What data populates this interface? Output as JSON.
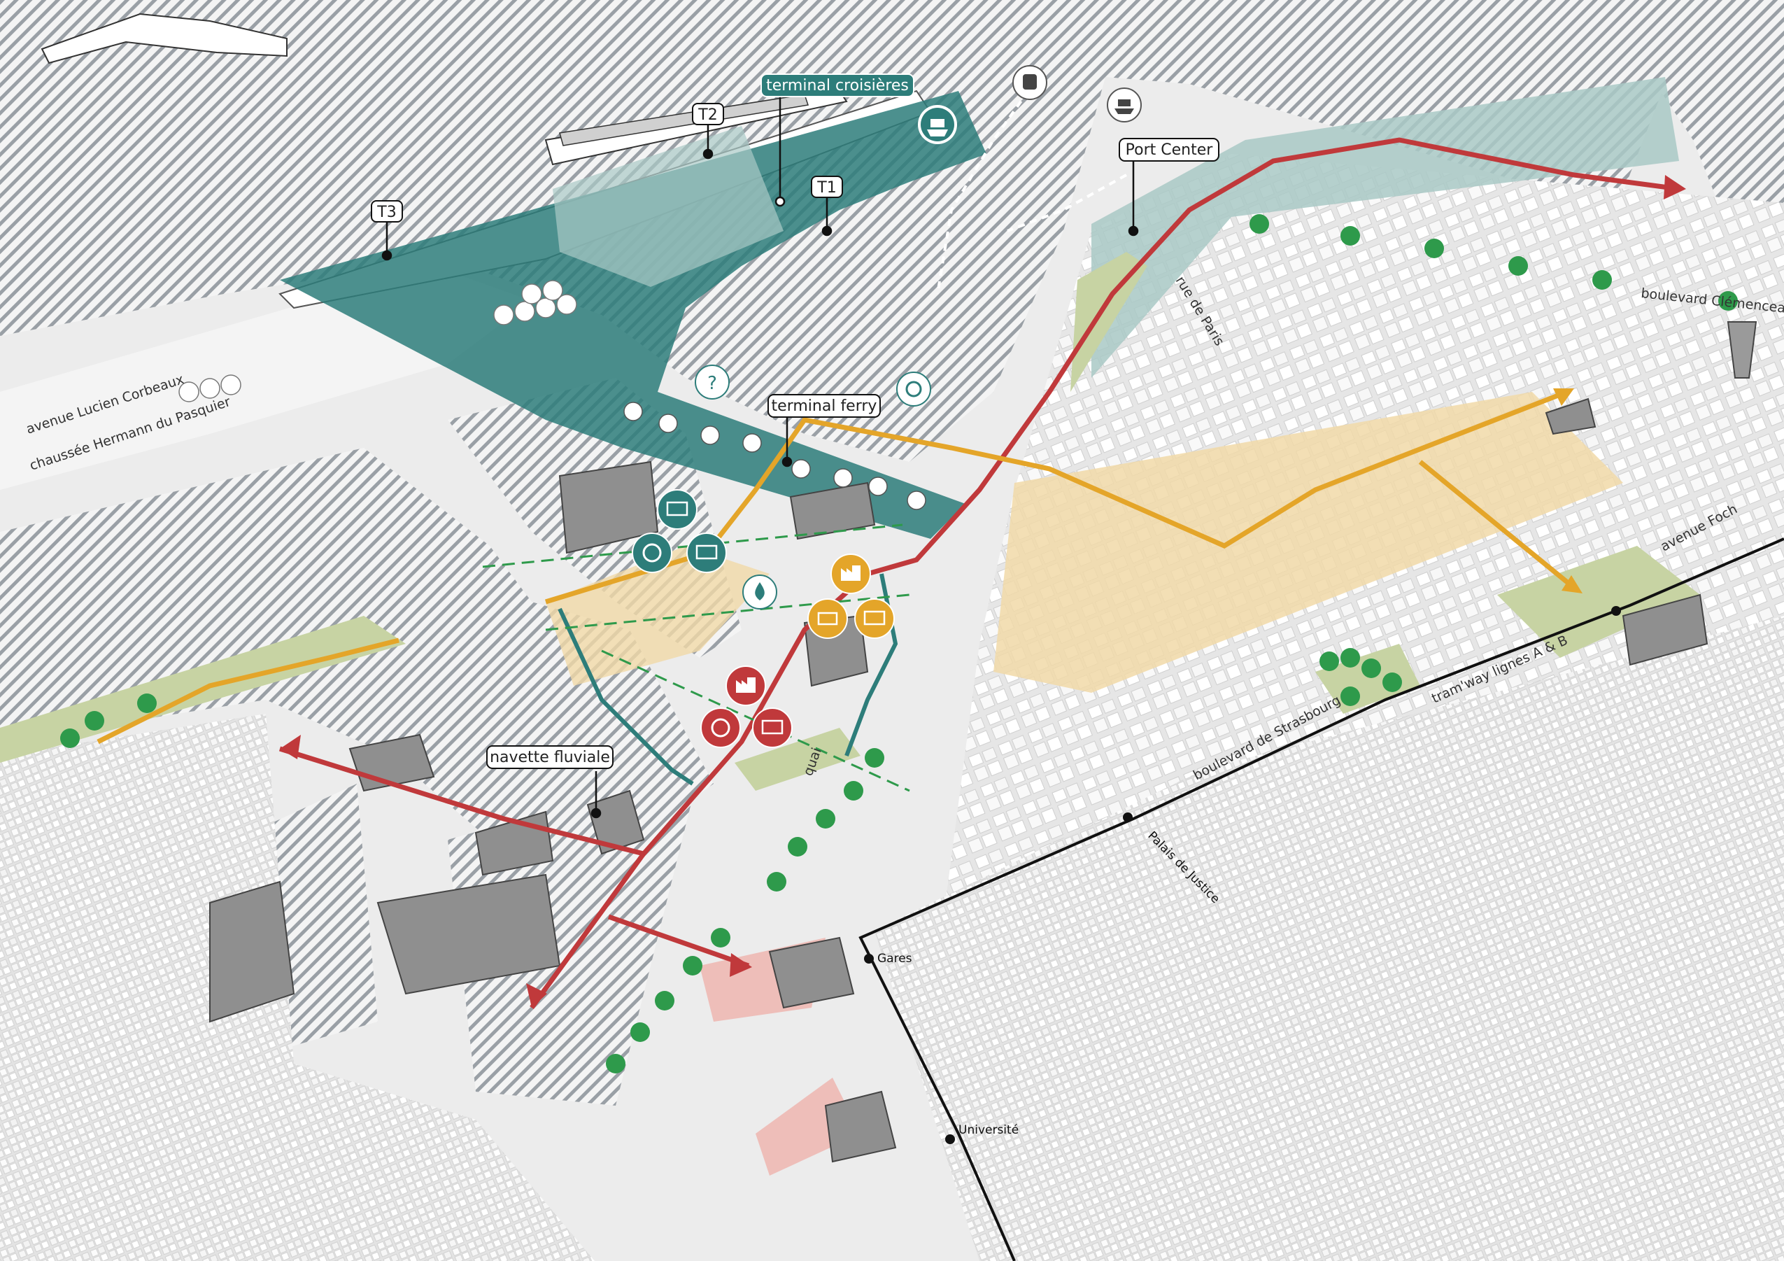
{
  "colors": {
    "water_hatch": "#8a9096",
    "land": "#ececec",
    "block": "#d8d8d8",
    "teal": "#2d7d7a",
    "teal_light": "#a9c9c6",
    "red_route": "#c0393b",
    "orange_route": "#e4a529",
    "orange_zone": "#f1d9a8",
    "green_park": "#c7d3a3",
    "tree": "#2e9a4b",
    "pink_zone": "#efb3ad",
    "rail": "#111111"
  },
  "callouts": {
    "terminal_croisieres": "terminal croisières",
    "t1": "T1",
    "t2": "T2",
    "t3": "T3",
    "port_center": "Port Center",
    "terminal_ferry": "terminal ferry",
    "navette_fluviale": "navette fluviale"
  },
  "streets": {
    "avenue_lucien_corbeaux": "avenue Lucien Corbeaux",
    "chaussee_hermann": "chaussée Hermann du Pasquier",
    "rue_de_paris": "rue de Paris",
    "boulevard_clemenceau": "boulevard Clémenceau",
    "avenue_foch": "avenue Foch",
    "boulevard_de_strasbourg": "boulevard de Strasbourg",
    "tramway": "tram'way lignes A & B",
    "quai": "quai"
  },
  "tram_stops": {
    "palais_de_justice": "Palais de Justice",
    "gares": "Gares",
    "universite": "Université"
  },
  "icons": {
    "cruise": "cruise-ship-icon",
    "ferry": "ferry-boat-icon",
    "info": "question-mark-icon",
    "water_management": "water-cycle-icon",
    "solar": "solar-panel-icon",
    "recycle": "recycle-icon",
    "factory": "factory-icon",
    "water_drop": "water-drop-icon",
    "battery": "battery-icon",
    "lighthouse": "lighthouse-icon",
    "train": "train-icon"
  }
}
